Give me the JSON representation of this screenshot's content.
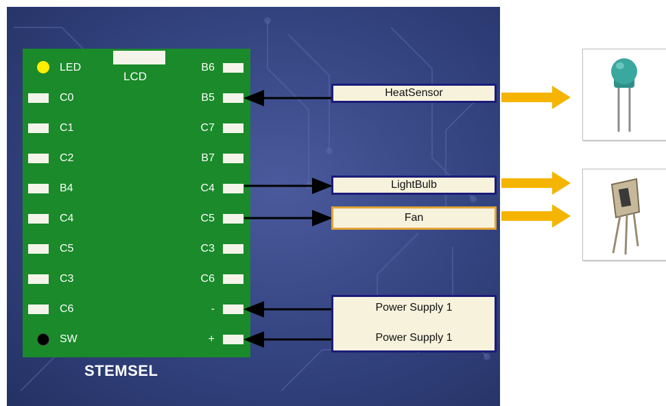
{
  "board": {
    "name": "STEMSEL",
    "lcd_label": "LCD",
    "left_pins": [
      "LED",
      "C0",
      "C1",
      "C2",
      "B4",
      "C4",
      "C5",
      "C3",
      "C6",
      "SW"
    ],
    "right_pins": [
      "B6",
      "B5",
      "C7",
      "B7",
      "C4",
      "C5",
      "C3",
      "C6",
      "-",
      "+"
    ]
  },
  "devices": {
    "heat_sensor": "HeatSensor",
    "light_bulb": "LightBulb",
    "fan": "Fan",
    "power_supply_minus": "Power Supply 1",
    "power_supply_plus": "Power Supply 1"
  },
  "colors": {
    "board": "#1a8a2a",
    "led": "#ffee00",
    "box_border": "#1b1b7a",
    "selected_border": "#e3a436",
    "orange_arrow": "#f5b400",
    "sensor_head": "#3aa89f"
  },
  "components": {
    "top_icon": "temperature-sensor-icon",
    "bottom_icon": "transistor-icon"
  }
}
